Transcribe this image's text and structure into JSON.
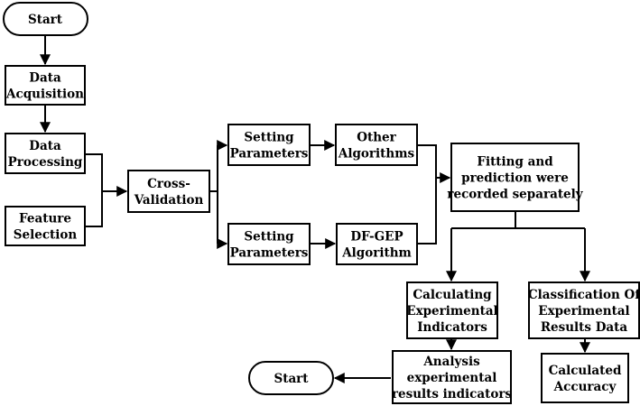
{
  "diagram": {
    "nodes": {
      "start_top": [
        "Start"
      ],
      "data_acquisition": [
        "Data",
        "Acquisition"
      ],
      "data_processing": [
        "Data",
        "Processing"
      ],
      "feature_selection": [
        "Feature",
        "Selection"
      ],
      "cross_validation": [
        "Cross-",
        "Validation"
      ],
      "setting_params_top": [
        "Setting",
        "Parameters"
      ],
      "setting_params_bottom": [
        "Setting",
        "Parameters"
      ],
      "other_algorithms": [
        "Other",
        "Algorithms"
      ],
      "dfgep_algorithm": [
        "DF-GEP",
        "Algorithm"
      ],
      "fitting_prediction": [
        "Fitting and",
        "prediction were",
        "recorded separately"
      ],
      "calc_indicators": [
        "Calculating",
        "Experimental",
        "Indicators"
      ],
      "classification": [
        "Classification Of",
        "Experimental",
        "Results Data"
      ],
      "analysis": [
        "Analysis",
        "experimental",
        "results indicators"
      ],
      "calculated_accuracy": [
        "Calculated",
        "Accuracy"
      ],
      "start_bottom": [
        "Start"
      ]
    },
    "colors": {
      "stroke": "#000000",
      "fill": "#ffffff",
      "text": "#000000"
    }
  }
}
